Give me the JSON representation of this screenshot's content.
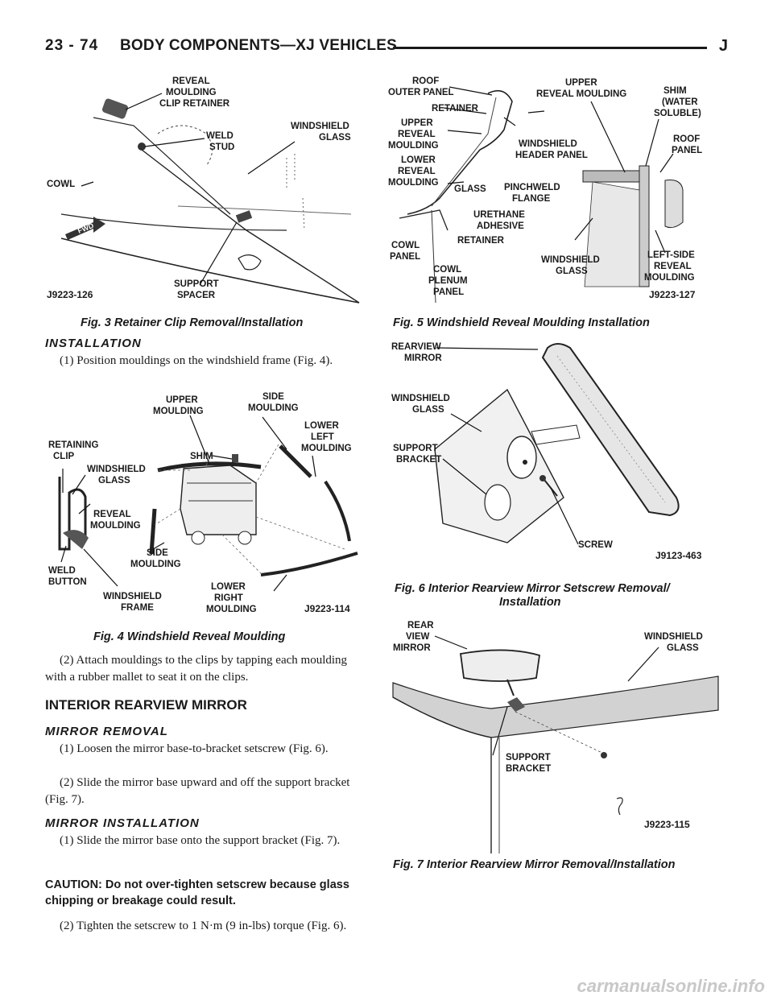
{
  "header": {
    "page_number": "23 - 74",
    "title": "BODY COMPONENTS—XJ VEHICLES",
    "mark": "J"
  },
  "fig3": {
    "caption": "Fig. 3 Retainer Clip Removal/Installation",
    "code": "J9223-126",
    "labels": {
      "reveal1": "REVEAL",
      "reveal2": "MOULDING",
      "reveal3": "CLIP RETAINER",
      "weld1": "WELD",
      "weld2": "STUD",
      "ws1": "WINDSHIELD",
      "ws2": "GLASS",
      "cowl": "COWL",
      "fwd": "FWD",
      "sup1": "SUPPORT",
      "sup2": "SPACER"
    }
  },
  "fig5": {
    "caption": "Fig. 5 Windshield Reveal Moulding Installation",
    "code": "J9223-127",
    "labels": {
      "roof1": "ROOF",
      "roof2": "OUTER PANEL",
      "ret1": "RETAINER",
      "urm1": "UPPER",
      "urm2": "REVEAL",
      "urm3": "MOULDING",
      "lrm1": "LOWER",
      "lrm2": "REVEAL",
      "lrm3": "MOULDING",
      "glass": "GLASS",
      "cowlp1": "COWL",
      "cowlp2": "PANEL",
      "cpl1": "COWL",
      "cpl2": "PLENUM",
      "cpl3": "PANEL",
      "ret2": "RETAINER",
      "ua1": "URETHANE",
      "ua2": "ADHESIVE",
      "pf1": "PINCHWELD",
      "pf2": "FLANGE",
      "whp1": "WINDSHIELD",
      "whp2": "HEADER PANEL",
      "urm_r1": "UPPER",
      "urm_r2": "REVEAL MOULDING",
      "shim1": "SHIM",
      "shim2": "(WATER",
      "shim3": "SOLUBLE)",
      "rp1": "ROOF",
      "rp2": "PANEL",
      "wsg1": "WINDSHIELD",
      "wsg2": "GLASS",
      "ls1": "LEFT-SIDE",
      "ls2": "REVEAL",
      "ls3": "MOULDING"
    }
  },
  "installation_heading": "INSTALLATION",
  "step1": "(1) Position mouldings on the windshield frame (Fig. 4).",
  "fig4": {
    "caption": "Fig. 4 Windshield Reveal Moulding",
    "code": "J9223-114",
    "labels": {
      "um1": "UPPER",
      "um2": "MOULDING",
      "sm1": "SIDE",
      "sm2": "MOULDING",
      "llm1": "LOWER",
      "llm2": "LEFT",
      "llm3": "MOULDING",
      "rc1": "RETAINING",
      "rc2": "CLIP",
      "shim": "SHIM",
      "wg1": "WINDSHIELD",
      "wg2": "GLASS",
      "rm1": "REVEAL",
      "rm2": "MOULDING",
      "wb1": "WELD",
      "wb2": "BUTTON",
      "sm3": "SIDE",
      "sm4": "MOULDING",
      "wf1": "WINDSHIELD",
      "wf2": "FRAME",
      "lrm1": "LOWER",
      "lrm2": "RIGHT",
      "lrm3": "MOULDING"
    }
  },
  "step2": "(2) Attach mouldings to the clips by tapping each moulding with a rubber mallet to seat it on the clips.",
  "irm_heading": "INTERIOR REARVIEW MIRROR",
  "mirror_removal_heading": "MIRROR REMOVAL",
  "mr_step1": "(1) Loosen the mirror base-to-bracket setscrew (Fig. 6).",
  "mr_step2": "(2) Slide the mirror base upward and off the support bracket (Fig. 7).",
  "mirror_install_heading": "MIRROR INSTALLATION",
  "mi_step1": "(1) Slide the mirror base onto the support bracket (Fig. 7).",
  "caution": "CAUTION: Do not over-tighten setscrew because glass chipping or breakage could result.",
  "mi_step2": "(2) Tighten the setscrew to 1 N·m (9 in-lbs) torque (Fig. 6).",
  "fig6": {
    "caption_line1": "Fig. 6 Interior Rearview Mirror Setscrew Removal/",
    "caption_line2": "Installation",
    "code": "J9123-463",
    "labels": {
      "rm1": "REARVIEW",
      "rm2": "MIRROR",
      "wg1": "WINDSHIELD",
      "wg2": "GLASS",
      "sb1": "SUPPORT",
      "sb2": "BRACKET",
      "screw": "SCREW"
    }
  },
  "fig7": {
    "caption": "Fig. 7 Interior Rearview Mirror Removal/Installation",
    "code": "J9223-115",
    "labels": {
      "rvm1": "REAR",
      "rvm2": "VIEW",
      "rvm3": "MIRROR",
      "wg1": "WINDSHIELD",
      "wg2": "GLASS",
      "sb1": "SUPPORT",
      "sb2": "BRACKET"
    }
  },
  "watermark": "carmanualsonline.info"
}
